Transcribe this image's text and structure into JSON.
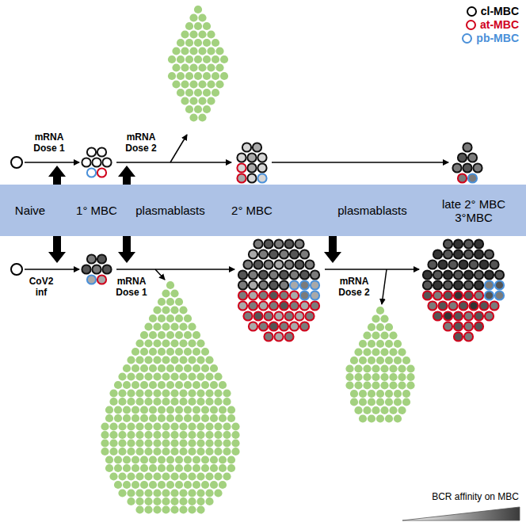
{
  "diagram": {
    "nodes": [
      {
        "text": [
          "Naive",
          "1° MBC",
          "plasmablasts",
          "2° MBC",
          "plasmablasts",
          "late 2° MBC 3°MBC"
        ]
      }
    ],
    "labels": [
      "mRNA Dose 1",
      "mRNA Dose 2",
      "CoV2 inf",
      "mRNA Dose 1",
      "mRNA Dose 2",
      "BCR affinity on MBC"
    ],
    "legend": [
      {
        "text": "cl-MBC",
        "color": "#000000"
      },
      {
        "text": "at-MBC",
        "color": "#d0021b"
      },
      {
        "text": "pb-MBC",
        "color": "#4a90d9"
      }
    ]
  }
}
